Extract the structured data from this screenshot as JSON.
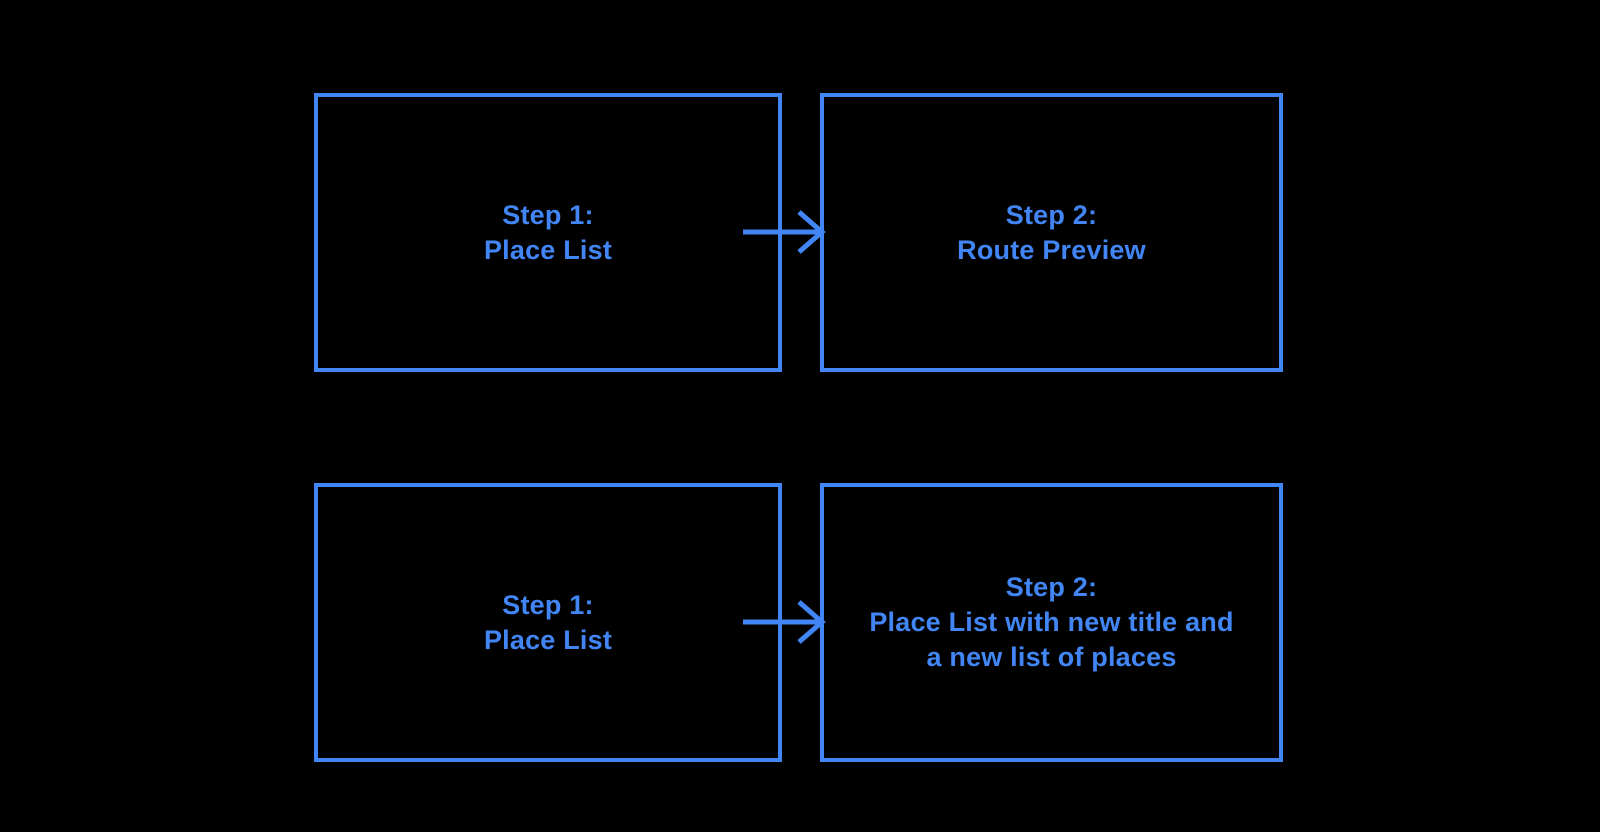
{
  "colors": {
    "background": "#000000",
    "accent": "#4285F4"
  },
  "flow": {
    "rows": [
      {
        "from": {
          "label": "Step 1:\nPlace List"
        },
        "to": {
          "label": "Step 2:\nRoute Preview"
        }
      },
      {
        "from": {
          "label": "Step 1:\nPlace List"
        },
        "to": {
          "label": "Step 2:\nPlace List with new title and\na new list of places"
        }
      }
    ]
  }
}
